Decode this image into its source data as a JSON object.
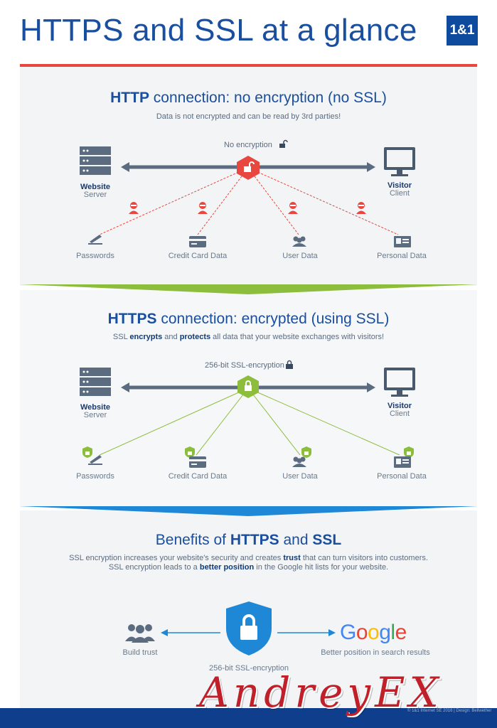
{
  "header": {
    "title": "HTTPS and SSL at a glance",
    "logo": "1&1"
  },
  "http_section": {
    "title_bold": "HTTP",
    "title_rest": " connection: no encryption (no SSL)",
    "subtitle": "Data is not encrypted and can be read by 3rd parties!",
    "center_label": "No encryption",
    "server_title": "Website",
    "server_sub": "Server",
    "client_title": "Visitor",
    "client_sub": "Client",
    "items": [
      "Passwords",
      "Credit Card Data",
      "User Data",
      "Personal Data"
    ],
    "color": "#e8473f"
  },
  "https_section": {
    "title_bold": "HTTPS",
    "title_rest": " connection: encrypted (using SSL)",
    "subtitle_1": "SSL ",
    "subtitle_2": "encrypts",
    "subtitle_3": " and ",
    "subtitle_4": "protects",
    "subtitle_5": " all data that your website exchanges with visitors!",
    "center_label": "256-bit SSL-encryption",
    "server_title": "Website",
    "server_sub": "Server",
    "client_title": "Visitor",
    "client_sub": "Client",
    "items": [
      "Passwords",
      "Credit Card Data",
      "User Data",
      "Personal Data"
    ],
    "color": "#8dbd3c"
  },
  "benefits": {
    "title_1": "Benefits of ",
    "title_2": "HTTPS",
    "title_3": " and ",
    "title_4": "SSL",
    "line1_a": "SSL encryption increases your website's security and creates ",
    "line1_b": "trust",
    "line1_c": " that can turn visitors into customers.",
    "line2_a": "SSL encryption leads to a ",
    "line2_b": "better position",
    "line2_c": " in the Google hit lists for your website.",
    "left_label": "Build trust",
    "right_label": "Better position in search results",
    "shield_label": "256-bit SSL-encryption",
    "google": "Google"
  },
  "watermark": "AndreyEX",
  "copyright": "© 1&1 Internet SE 2016 | Design: Bellwether"
}
